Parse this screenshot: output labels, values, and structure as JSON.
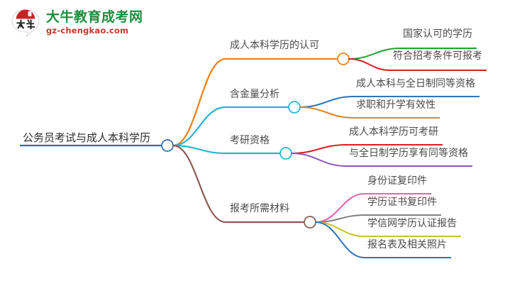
{
  "logo": {
    "mark_text": "大牛",
    "cn_name": "大牛教育成考网",
    "domain": "gz-chengkao.com",
    "mark_color": "#cc2027",
    "cn_color": "#1d8c3c",
    "domain_color": "#c0392b"
  },
  "mindmap": {
    "root": {
      "label": "公务员考试与成人本科学历",
      "color": "#2e6fb7"
    },
    "branches": [
      {
        "label": "成人本科学历的认可",
        "color": "#ef8115",
        "children": [
          {
            "label": "国家认可的学历",
            "color": "#22a12c"
          },
          {
            "label": "符合招考条件可报考",
            "color": "#d81f26"
          }
        ]
      },
      {
        "label": "含金量分析",
        "color": "#22b6d4",
        "children": [
          {
            "label": "成人本科与全日制同等资格",
            "color": "#2f76bd"
          },
          {
            "label": "求职和升学有效性",
            "color": "#ef8115"
          }
        ]
      },
      {
        "label": "考研资格",
        "color": "#22b6d4",
        "children": [
          {
            "label": "成人本科学历可考研",
            "color": "#d81f26"
          },
          {
            "label": "与全日制学历享有同等资格",
            "color": "#8a53ba"
          }
        ]
      },
      {
        "label": "报考所需材料",
        "color": "#8b5a52",
        "children": [
          {
            "label": "身份证复印件",
            "color": "#e862ab"
          },
          {
            "label": "学历证书复印件",
            "color": "#7f7f7f"
          },
          {
            "label": "学信网学历认证报告",
            "color": "#c8c12a"
          },
          {
            "label": "报名表及相关照片",
            "color": "#2f76bd"
          }
        ]
      }
    ]
  }
}
